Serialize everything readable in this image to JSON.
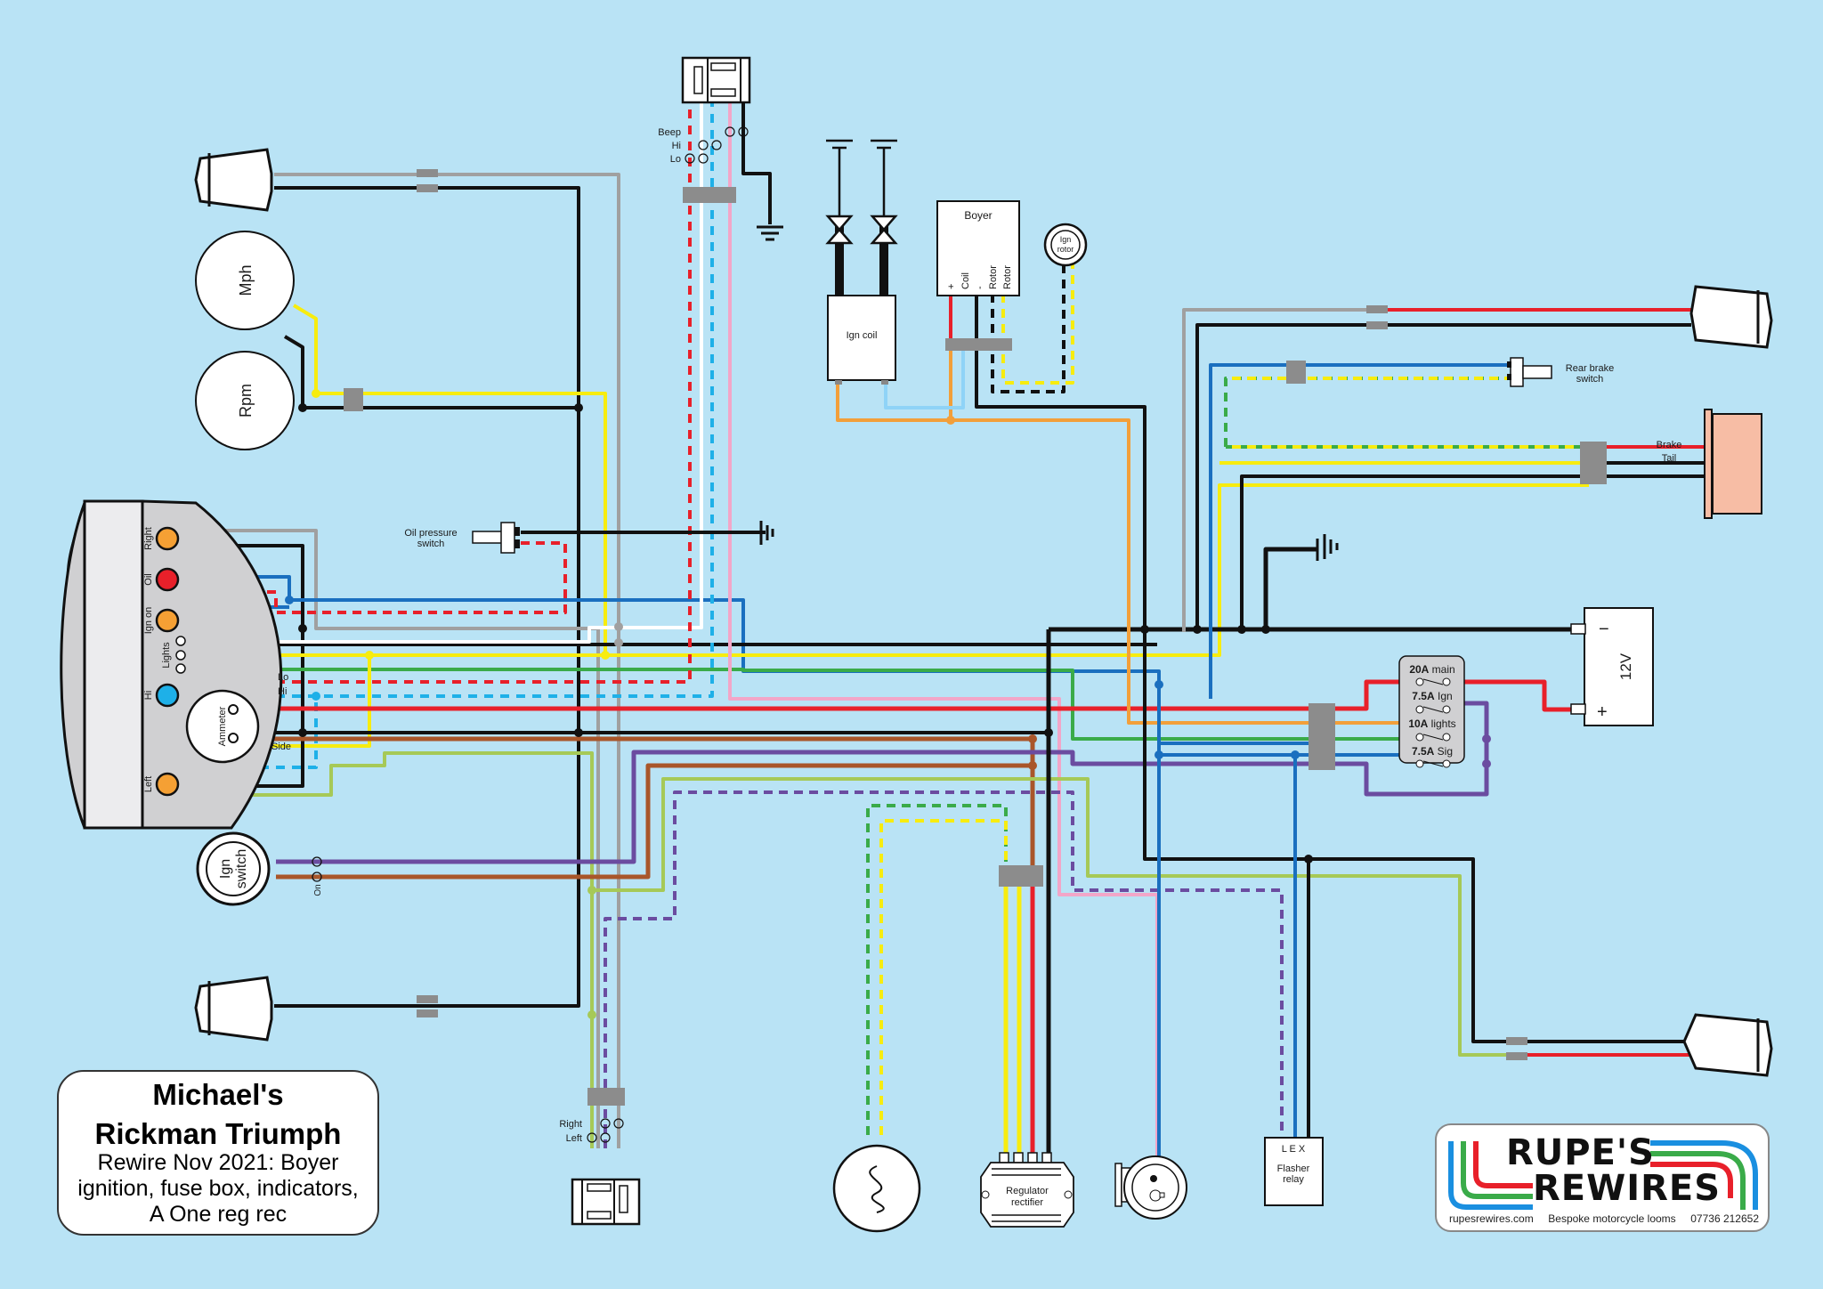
{
  "title_box": {
    "line1": "Michael's",
    "line2": "Rickman Triumph",
    "line3": "Rewire Nov 2021: Boyer",
    "line4": "ignition, fuse box, indicators,",
    "line5": "A One reg rec"
  },
  "logo": {
    "line1": "RUPE'S",
    "line2": "REWIRES",
    "website": "rupesrewires.com",
    "tagline": "Bespoke motorcycle looms",
    "phone": "07736 212652"
  },
  "components": {
    "mph": "Mph",
    "rpm": "Rpm",
    "oil_switch_1": "Oil pressure",
    "oil_switch_2": "switch",
    "ign_coil": "Ign coil",
    "boyer": "Boyer",
    "boyer_pins": [
      "+",
      "Coil",
      "-",
      "Rotor",
      "Rotor"
    ],
    "ign_rotor_1": "Ign",
    "ign_rotor_2": "rotor",
    "rear_brake_1": "Rear brake",
    "rear_brake_2": "switch",
    "brake": "Brake",
    "tail": "Tail",
    "battery": "12V",
    "battery_minus": "−",
    "battery_plus": "+",
    "ign_switch_1": "Ign",
    "ign_switch_2": "switch",
    "ign_switch_on": "On",
    "ammeter": "Ammeter",
    "regulator_1": "Regulator",
    "regulator_2": "rectifier",
    "flasher_pins": "L  E  X",
    "flasher_1": "Flasher",
    "flasher_2": "relay",
    "right_switch": {
      "beep": "Beep",
      "hi": "Hi",
      "lo": "Lo"
    },
    "left_switch": {
      "right": "Right",
      "left": "Left"
    }
  },
  "headlamp": {
    "right": "Right",
    "oil": "Oil",
    "ign_on": "Ign on",
    "lights": "Lights",
    "hi": "Hi",
    "left": "Left",
    "lo_label": "Lo",
    "hi_label": "Hi",
    "side_label": "Side"
  },
  "fusebox": {
    "fuses": [
      {
        "rating": "20A",
        "name": "main"
      },
      {
        "rating": "7.5A",
        "name": "Ign"
      },
      {
        "rating": "10A",
        "name": "lights"
      },
      {
        "rating": "7.5A",
        "name": "Sig"
      }
    ]
  },
  "colors": {
    "background": "#b9e3f5",
    "black": "#111111",
    "red": "#e8202a",
    "yellow": "#f7ec0f",
    "green": "#3aab49",
    "lightgreen": "#a6c957",
    "blue": "#1a6fbf",
    "lightblue": "#1eb0e8",
    "purple": "#6b4ca0",
    "brown": "#a9562a",
    "orange": "#f29f3a",
    "grey": "#a0a0a0",
    "pink": "#f2a6c8",
    "white": "#ffffff",
    "lamp_orange": "#f5a034",
    "tail_pink": "#f7bda5"
  }
}
